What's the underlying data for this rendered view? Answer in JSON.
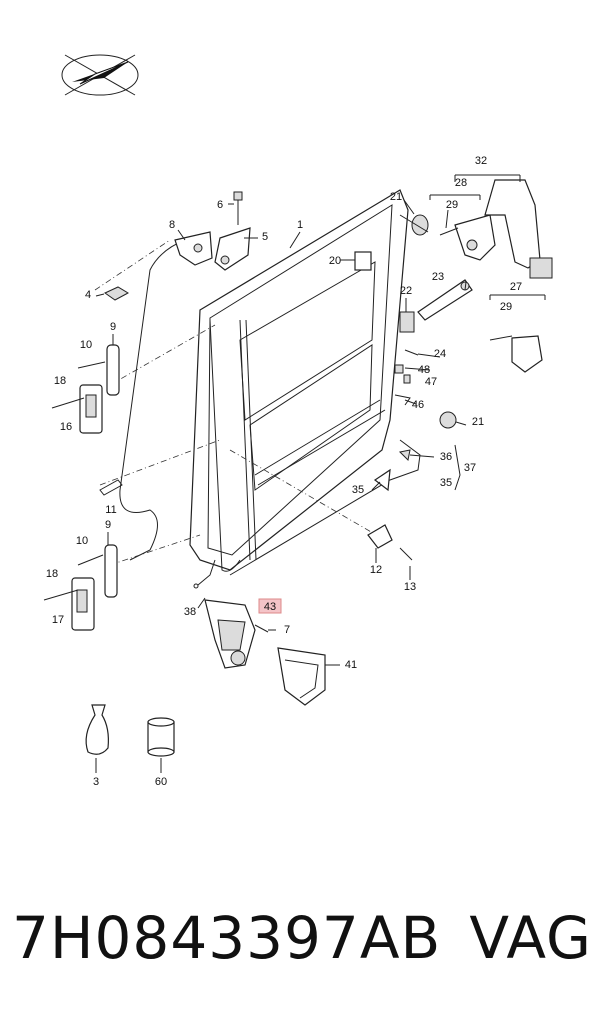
{
  "callouts": [
    "1",
    "3",
    "4",
    "5",
    "6",
    "7",
    "8",
    "9",
    "10",
    "11",
    "12",
    "13",
    "16",
    "17",
    "18",
    "20",
    "21",
    "22",
    "23",
    "24",
    "27",
    "28",
    "29",
    "32",
    "35",
    "36",
    "37",
    "38",
    "41",
    "43",
    "46",
    "47",
    "48",
    "60"
  ],
  "highlighted_callout": "43",
  "footer": {
    "part_number": "7H0843397AB",
    "brand": "VAG"
  }
}
